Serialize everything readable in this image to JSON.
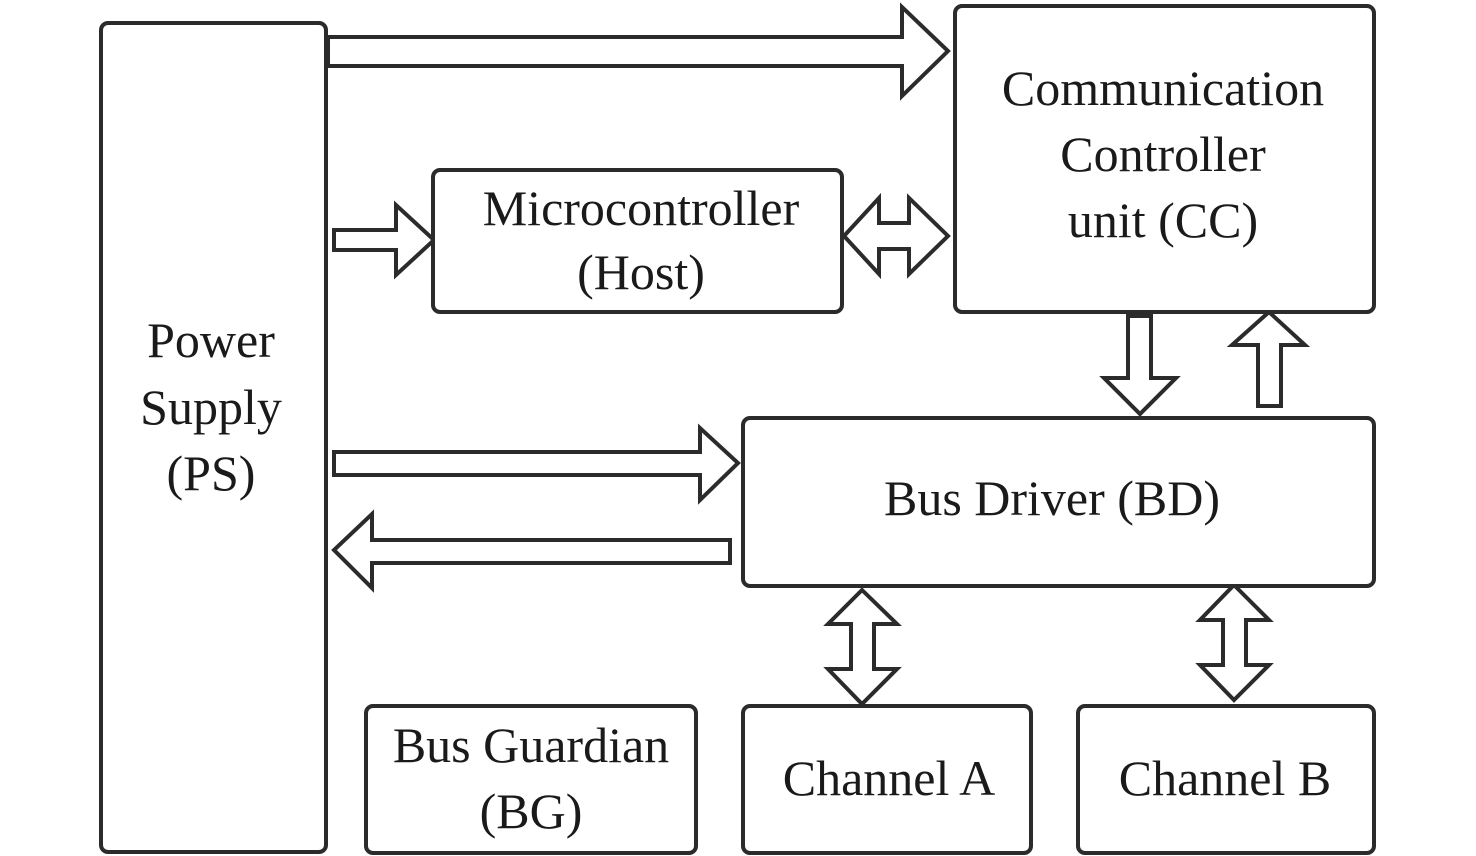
{
  "diagram": {
    "type": "block-diagram",
    "blocks": {
      "ps": {
        "lines": [
          "Power",
          "Supply",
          "(PS)"
        ]
      },
      "host": {
        "lines": [
          "Microcontroller",
          "(Host)"
        ]
      },
      "cc": {
        "lines": [
          "Communication",
          "Controller",
          "unit (CC)"
        ]
      },
      "bd": {
        "lines": [
          "Bus Driver (BD)"
        ]
      },
      "bg": {
        "lines": [
          "Bus Guardian",
          "(BG)"
        ]
      },
      "cha": {
        "lines": [
          "Channel A"
        ]
      },
      "chb": {
        "lines": [
          "Channel B"
        ]
      }
    },
    "connections": [
      {
        "from": "Power Supply (PS)",
        "to": "Communication Controller unit (CC)",
        "direction": "one-way"
      },
      {
        "from": "Power Supply (PS)",
        "to": "Microcontroller (Host)",
        "direction": "one-way"
      },
      {
        "from": "Microcontroller (Host)",
        "to": "Communication Controller unit (CC)",
        "direction": "two-way"
      },
      {
        "from": "Power Supply (PS)",
        "to": "Bus Driver (BD)",
        "direction": "one-way"
      },
      {
        "from": "Bus Driver (BD)",
        "to": "Power Supply (PS)",
        "direction": "one-way"
      },
      {
        "from": "Communication Controller unit (CC)",
        "to": "Bus Driver (BD)",
        "direction": "one-way"
      },
      {
        "from": "Bus Driver (BD)",
        "to": "Communication Controller unit (CC)",
        "direction": "one-way"
      },
      {
        "from": "Bus Driver (BD)",
        "to": "Channel A",
        "direction": "two-way"
      },
      {
        "from": "Bus Driver (BD)",
        "to": "Channel B",
        "direction": "two-way"
      }
    ]
  }
}
